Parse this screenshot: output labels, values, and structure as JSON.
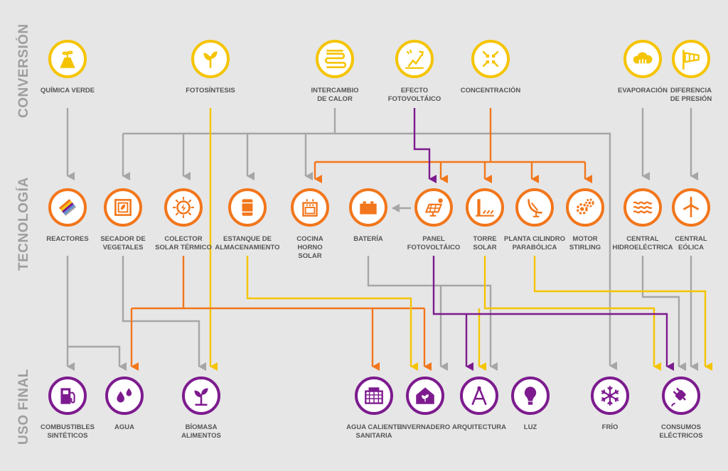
{
  "sections": {
    "conversion": "CONVERSIÓN",
    "tecnologia": "TECNOLOGÍA",
    "uso_final": "USO FINAL"
  },
  "colors": {
    "yellow": "#f5c400",
    "orange": "#f2761b",
    "purple": "#7d1b8e",
    "gray": "#a6a6a6",
    "background": "#e6e6e6"
  },
  "conversion": [
    {
      "id": "quimica-verde",
      "label": "QUÍMICA VERDE",
      "icon": "flask-plant-icon",
      "color": "yellow"
    },
    {
      "id": "fotosintesis",
      "label": "FOTOSÍNTESIS",
      "icon": "leaf-icon",
      "color": "yellow"
    },
    {
      "id": "intercambio-calor",
      "label": "INTERCAMBIO\nDE CALOR",
      "icon": "heat-coil-icon",
      "color": "yellow"
    },
    {
      "id": "efecto-fotovoltaico",
      "label": "EFECTO\nFOTOVOLTÁICO",
      "icon": "photovoltaic-effect-icon",
      "color": "yellow"
    },
    {
      "id": "concentracion",
      "label": "CONCENTRACIÓN",
      "icon": "concentration-icon",
      "color": "yellow"
    },
    {
      "id": "evaporacion",
      "label": "EVAPORACIÓN",
      "icon": "cloud-evaporation-icon",
      "color": "yellow"
    },
    {
      "id": "diferencia-presion",
      "label": "DIFERENCIA\nDE PRESIÓN",
      "icon": "windsock-icon",
      "color": "yellow"
    }
  ],
  "tecnologia": [
    {
      "id": "reactores",
      "label": "REACTORES",
      "icon": "reactor-panel-icon",
      "color": "orange"
    },
    {
      "id": "secador-vegetales",
      "label": "SECADOR DE\nVEGETALES",
      "icon": "dryer-icon",
      "color": "orange"
    },
    {
      "id": "colector-solar",
      "label": "COLECTOR\nSOLAR TÉRMICO",
      "icon": "sun-collector-icon",
      "color": "orange"
    },
    {
      "id": "estanque",
      "label": "ESTANQUE DE\nALMACENAMIENTO",
      "icon": "tank-icon",
      "color": "orange"
    },
    {
      "id": "cocina-horno",
      "label": "COCINA\nHORNO\nSOLAR",
      "icon": "oven-icon",
      "color": "orange"
    },
    {
      "id": "bateria",
      "label": "BATERÍA",
      "icon": "battery-icon",
      "color": "orange"
    },
    {
      "id": "panel-fotovoltaico",
      "label": "PANEL\nFOTOVOLTÁICO",
      "icon": "solar-panel-icon",
      "color": "orange"
    },
    {
      "id": "torre-solar",
      "label": "TORRE\nSOLAR",
      "icon": "solar-tower-icon",
      "color": "orange"
    },
    {
      "id": "planta-cilindro",
      "label": "PLANTA CILINDRO\nPARABÓLICA",
      "icon": "parabolic-trough-icon",
      "color": "orange"
    },
    {
      "id": "motor-stirling",
      "label": "MOTOR\nSTIRLING",
      "icon": "gears-icon",
      "color": "orange"
    },
    {
      "id": "central-hidro",
      "label": "CENTRAL\nHIDROELÉCTRICA",
      "icon": "waves-icon",
      "color": "orange"
    },
    {
      "id": "central-eolica",
      "label": "CENTRAL\nEÓLICA",
      "icon": "wind-turbine-icon",
      "color": "orange"
    }
  ],
  "uso_final": [
    {
      "id": "combustibles",
      "label": "COMBUSTIBLES\nSINTÉTICOS",
      "icon": "fuel-pump-icon",
      "color": "purple"
    },
    {
      "id": "agua",
      "label": "AGUA",
      "icon": "water-drops-icon",
      "color": "purple"
    },
    {
      "id": "biomasa",
      "label": "BÍOMASA\nALIMENTOS",
      "icon": "sprout-icon",
      "color": "purple"
    },
    {
      "id": "agua-caliente",
      "label": "AGUA CALIENTE\nSANITARIA",
      "icon": "solar-heater-icon",
      "color": "purple"
    },
    {
      "id": "invernadero",
      "label": "INVERNADERO",
      "icon": "greenhouse-icon",
      "color": "purple"
    },
    {
      "id": "arquitectura",
      "label": "ARQUITECTURA",
      "icon": "compass-icon",
      "color": "purple"
    },
    {
      "id": "luz",
      "label": "LUZ",
      "icon": "light-bulb-icon",
      "color": "purple"
    },
    {
      "id": "frio",
      "label": "FRÍO",
      "icon": "snowflake-icon",
      "color": "purple"
    },
    {
      "id": "consumos-electricos",
      "label": "CONSUMOS\nELÉCTRICOS",
      "icon": "electric-plug-icon",
      "color": "purple"
    }
  ]
}
